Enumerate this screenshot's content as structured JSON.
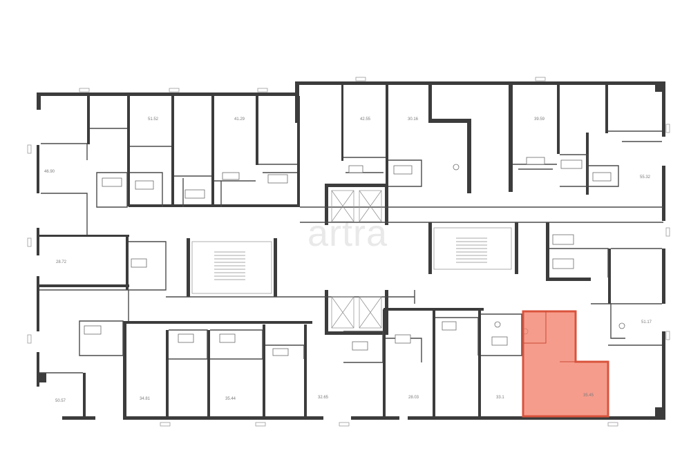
{
  "watermark": {
    "text": "artra"
  },
  "highlight_color": "#f3806d",
  "units": [
    {
      "id": "u1",
      "area": "46.90"
    },
    {
      "id": "u2",
      "area": "51.52"
    },
    {
      "id": "u3",
      "area": "41.29"
    },
    {
      "id": "u4",
      "area": "42.55"
    },
    {
      "id": "u5",
      "area": "30.16"
    },
    {
      "id": "u6",
      "area": "39.59"
    },
    {
      "id": "u7",
      "area": "55.32"
    },
    {
      "id": "u8",
      "area": "28.72"
    },
    {
      "id": "u9",
      "area": "51.17"
    },
    {
      "id": "u10",
      "area": "50.57"
    },
    {
      "id": "u11",
      "area": "34.81"
    },
    {
      "id": "u12",
      "area": "35.44"
    },
    {
      "id": "u13",
      "area": "32.65"
    },
    {
      "id": "u14",
      "area": "28.03"
    },
    {
      "id": "u15",
      "area": "33.1"
    },
    {
      "id": "u16",
      "area": "35.45",
      "highlighted": true
    }
  ]
}
